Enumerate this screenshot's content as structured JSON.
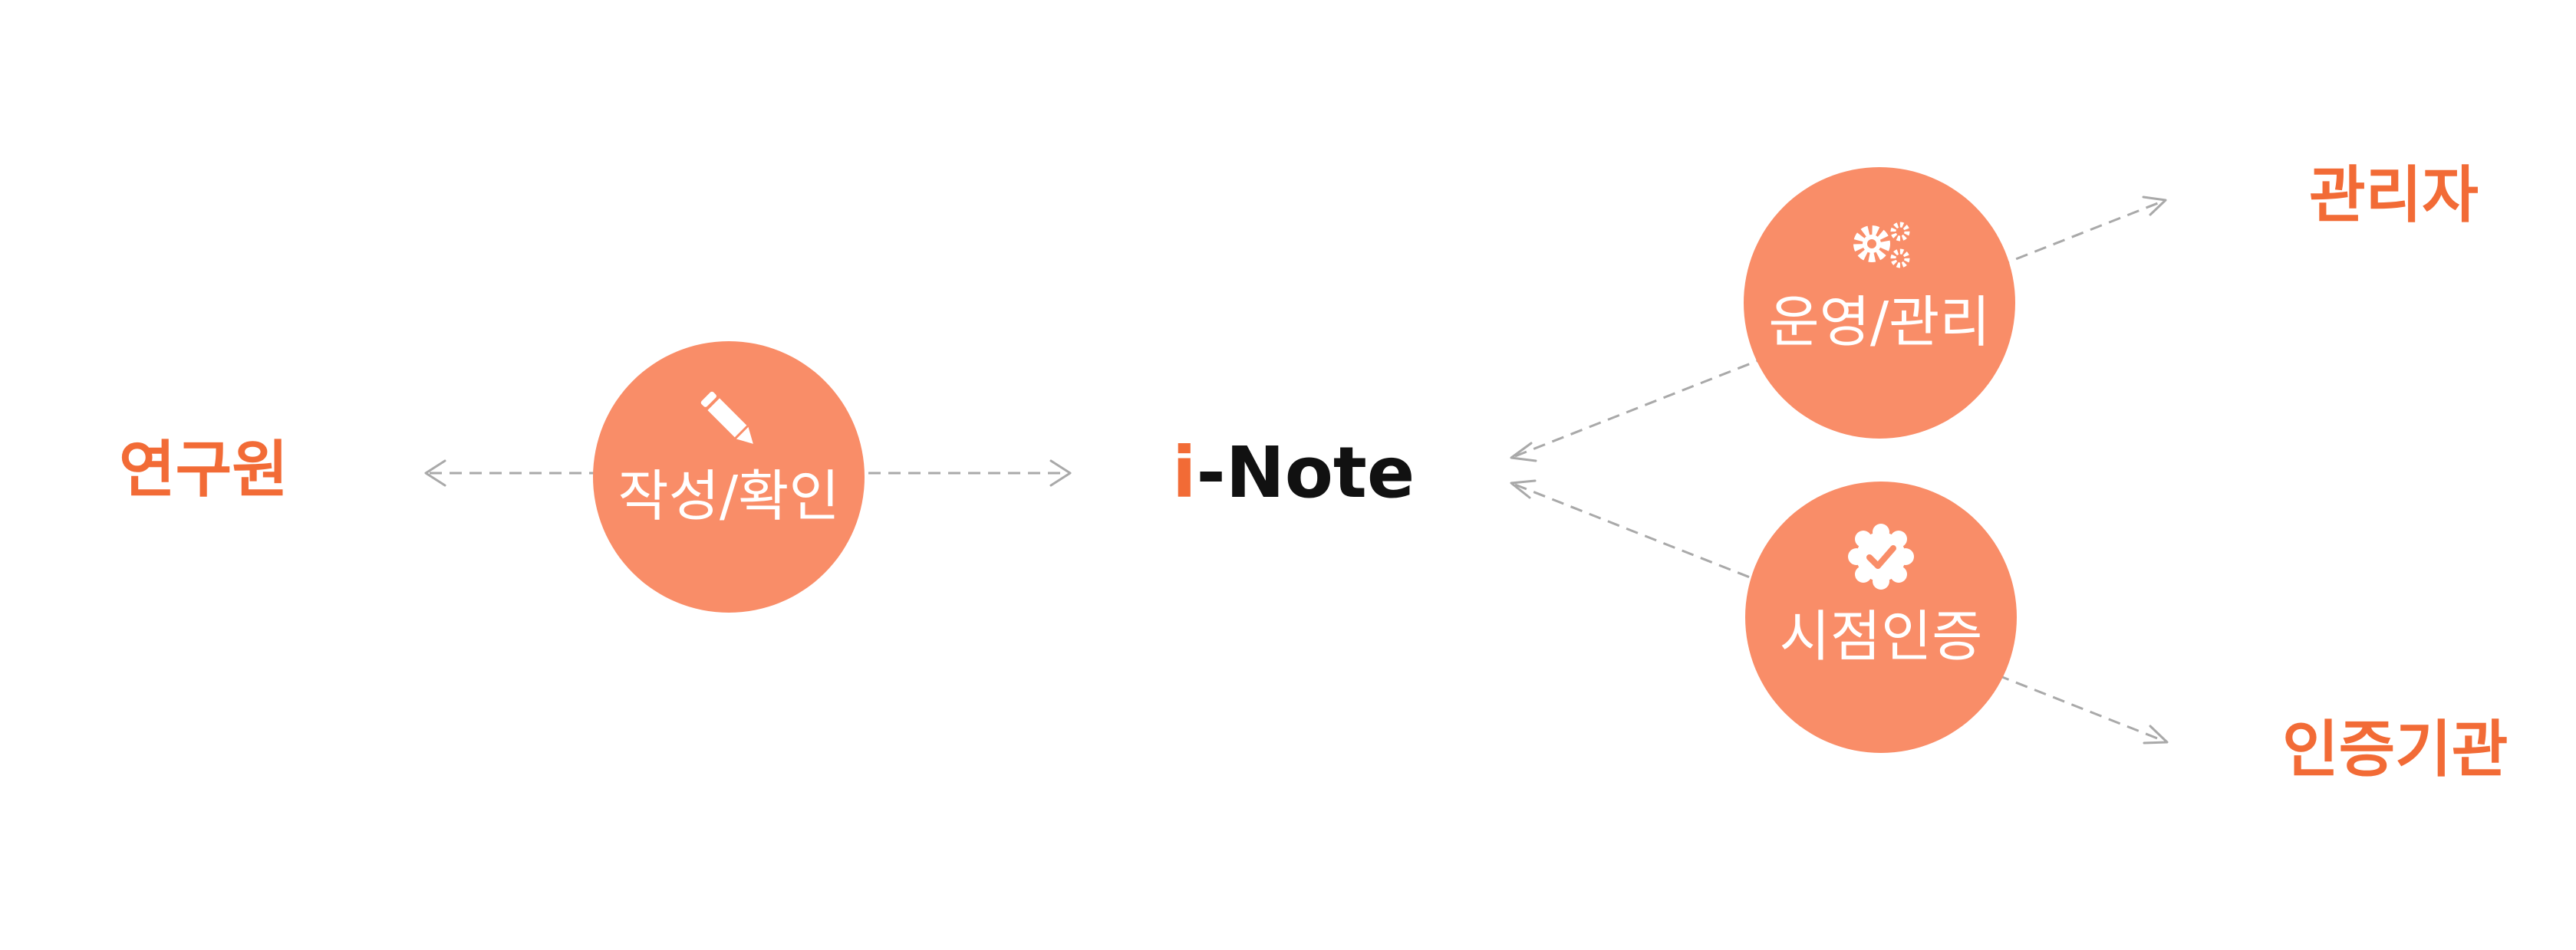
{
  "roles": {
    "researcher": "연구원",
    "admin": "관리자",
    "cert_agency": "인증기관"
  },
  "hub": {
    "logo_prefix": "i",
    "logo_suffix": "-Note"
  },
  "nodes": {
    "write_confirm": {
      "label": "작성/확인",
      "icon": "pencil-icon"
    },
    "operate_manage": {
      "label": "운영/관리",
      "icon": "gears-icon"
    },
    "timestamp_cert": {
      "label": "시점인증",
      "icon": "verified-badge-icon"
    }
  },
  "colors": {
    "accent": "#f26b36",
    "circle_fill": "#f98d68",
    "logo_dark": "#111111",
    "connector": "#a9a9a9"
  }
}
